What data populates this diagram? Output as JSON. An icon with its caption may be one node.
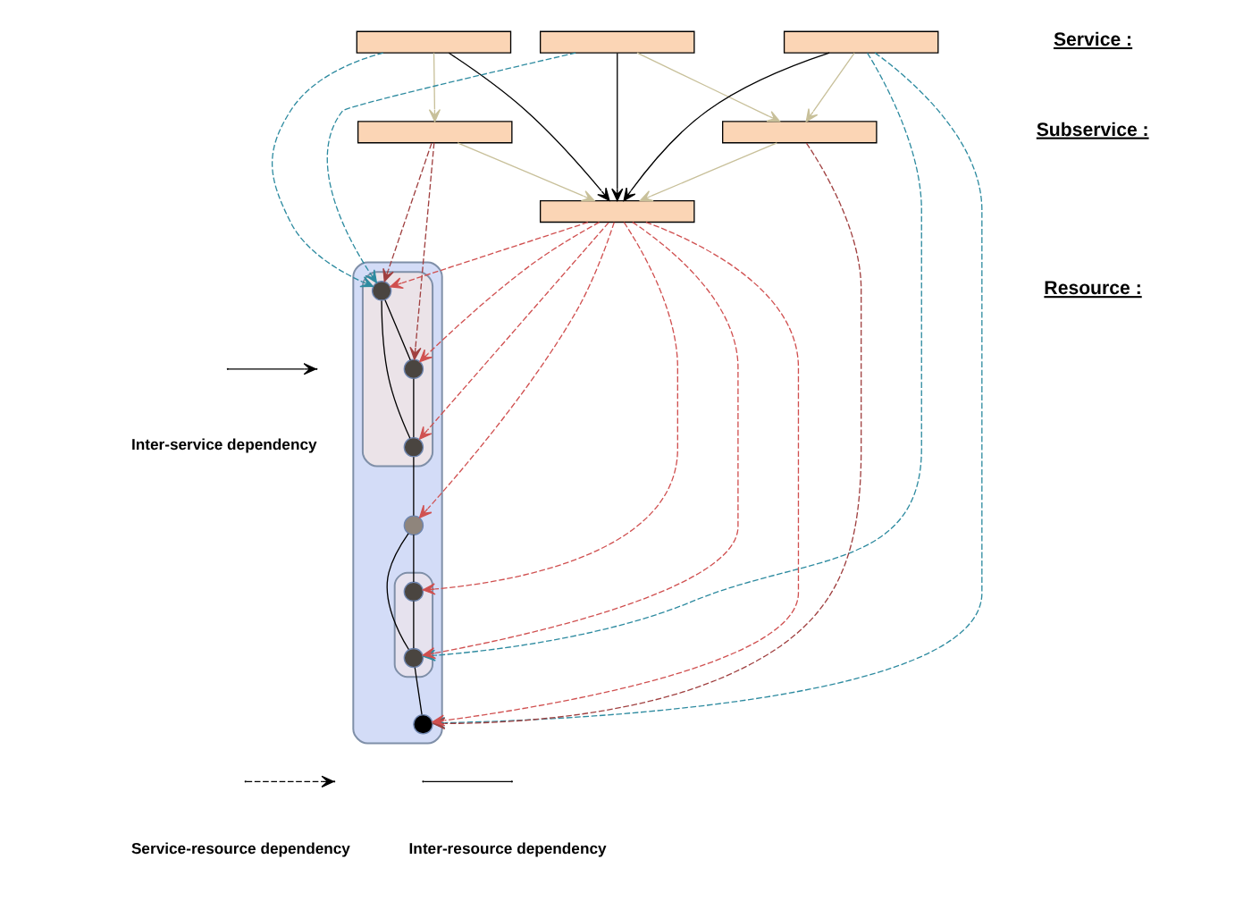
{
  "diagram": {
    "nodes": [
      {
        "text": [],
        "shape": "box"
      },
      {
        "text": [],
        "shape": "box"
      },
      {
        "text": [],
        "shape": "box"
      },
      {
        "text": [],
        "shape": "box"
      },
      {
        "text": [],
        "shape": "box"
      },
      {
        "text": [],
        "shape": "box"
      },
      {
        "text": [],
        "shape": "ellipse"
      },
      {
        "text": [],
        "shape": "ellipse",
        "in": 6
      },
      {
        "text": [],
        "shape": "ellipse",
        "in": 6
      },
      {
        "text": [],
        "shape": "circle",
        "in": 7
      },
      {
        "text": [],
        "shape": "circle",
        "in": 7
      },
      {
        "text": [],
        "shape": "circle",
        "in": 7
      },
      {
        "text": [],
        "shape": "circle",
        "in": 6
      },
      {
        "text": [],
        "shape": "circle",
        "in": 8
      },
      {
        "text": [],
        "shape": "circle",
        "in": 8
      },
      {
        "text": [],
        "shape": "circle",
        "in": 6
      }
    ],
    "edges": [
      {
        "from": 0,
        "to": 5,
        "arrow": "to"
      },
      {
        "from": 1,
        "to": 5,
        "arrow": "to"
      },
      {
        "from": 2,
        "to": 5,
        "arrow": "to"
      },
      {
        "from": 0,
        "to": 3,
        "arrow": "to",
        "color": "#c8c09a"
      },
      {
        "from": 1,
        "to": 4,
        "arrow": "to",
        "color": "#c8c09a"
      },
      {
        "from": 2,
        "to": 4,
        "arrow": "to",
        "color": "#c8c09a"
      },
      {
        "from": 3,
        "to": 5,
        "arrow": "to",
        "color": "#c8c09a"
      },
      {
        "from": 4,
        "to": 5,
        "arrow": "to",
        "color": "#c8c09a"
      },
      {
        "from": 0,
        "to": 9,
        "arrow": "to",
        "style": "dashed",
        "color": "#2e8ba0"
      },
      {
        "from": 1,
        "to": 9,
        "arrow": "to",
        "style": "dashed",
        "color": "#2e8ba0"
      },
      {
        "from": 2,
        "to": 14,
        "arrow": "to",
        "style": "dashed",
        "color": "#2e8ba0"
      },
      {
        "from": 2,
        "to": 15,
        "arrow": "to",
        "style": "dashed",
        "color": "#2e8ba0"
      },
      {
        "from": 3,
        "to": 9,
        "arrow": "to",
        "style": "dashed",
        "color": "#a04040"
      },
      {
        "from": 3,
        "to": 10,
        "arrow": "to",
        "style": "dashed",
        "color": "#a04040"
      },
      {
        "from": 4,
        "to": 15,
        "arrow": "to",
        "style": "dashed",
        "color": "#a04040"
      },
      {
        "from": 5,
        "to": 9,
        "arrow": "to",
        "style": "dashed",
        "color": "#d05050"
      },
      {
        "from": 5,
        "to": 10,
        "arrow": "to",
        "style": "dashed",
        "color": "#d05050"
      },
      {
        "from": 5,
        "to": 11,
        "arrow": "to",
        "style": "dashed",
        "color": "#d05050"
      },
      {
        "from": 5,
        "to": 12,
        "arrow": "to",
        "style": "dashed",
        "color": "#d05050"
      },
      {
        "from": 5,
        "to": 13,
        "arrow": "to",
        "style": "dashed",
        "color": "#d05050"
      },
      {
        "from": 5,
        "to": 14,
        "arrow": "to",
        "style": "dashed",
        "color": "#d05050"
      },
      {
        "from": 5,
        "to": 15,
        "arrow": "to",
        "style": "dashed",
        "color": "#d05050"
      },
      {
        "from": 9,
        "to": 10,
        "arrow": "none"
      },
      {
        "from": 9,
        "to": 11,
        "arrow": "none"
      },
      {
        "from": 10,
        "to": 11,
        "arrow": "none"
      },
      {
        "from": 11,
        "to": 12,
        "arrow": "none"
      },
      {
        "from": 12,
        "to": 14,
        "arrow": "none"
      },
      {
        "from": 12,
        "to": 13,
        "arrow": "none"
      },
      {
        "from": 13,
        "to": 14,
        "arrow": "none"
      },
      {
        "from": 14,
        "to": 15,
        "arrow": "none"
      }
    ],
    "labels": [
      "Service :",
      "Subservice :",
      "Resource :"
    ],
    "legend": [
      {
        "text": "Inter-service dependency"
      },
      {
        "text": "Service-resource dependency"
      },
      {
        "text": "Inter-resource dependency"
      }
    ]
  }
}
